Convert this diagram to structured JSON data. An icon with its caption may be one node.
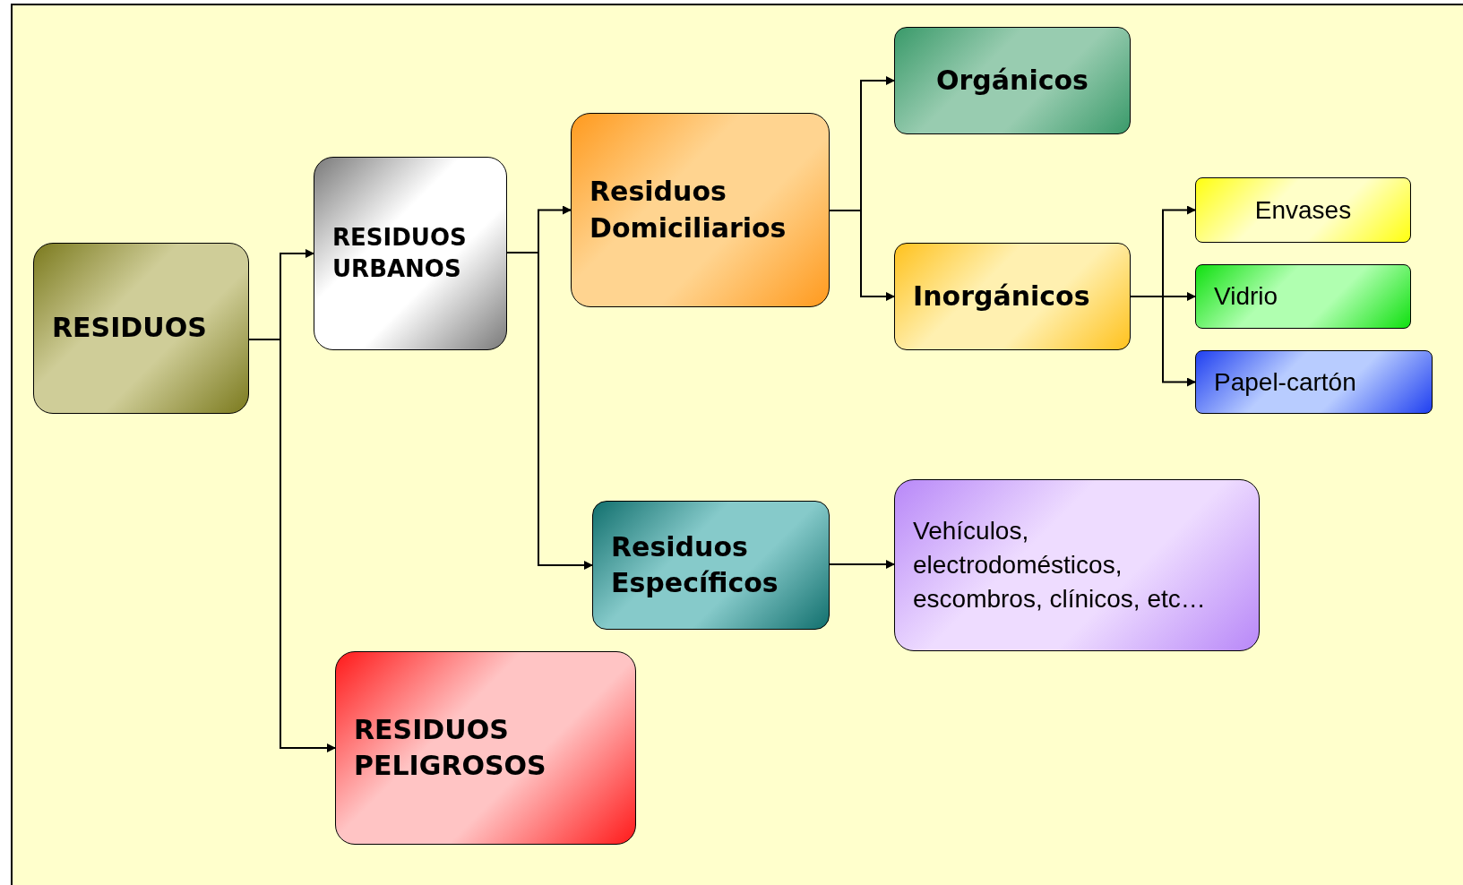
{
  "diagram": {
    "nodes": [
      {
        "text": [
          "RESIDUOS"
        ]
      },
      {
        "text": [
          "RESIDUOS URBANOS"
        ]
      },
      {
        "text": [
          "Residuos Domiciliarios"
        ]
      },
      {
        "text": [
          "Orgánicos"
        ]
      },
      {
        "text": [
          "Inorgánicos"
        ]
      },
      {
        "text": [
          "Envases"
        ]
      },
      {
        "text": [
          "Vidrio"
        ]
      },
      {
        "text": [
          "Papel-cartón"
        ]
      },
      {
        "text": [
          "Residuos Específicos"
        ]
      },
      {
        "text": [
          "Vehículos, electrodomésticos, escombros, clínicos, etc…"
        ]
      },
      {
        "text": [
          "RESIDUOS PELIGROSOS"
        ]
      }
    ],
    "edges": [
      {
        "from": 0,
        "to": 1,
        "arrow": "to"
      },
      {
        "from": 0,
        "to": 10,
        "arrow": "to"
      },
      {
        "from": 1,
        "to": 2,
        "arrow": "to"
      },
      {
        "from": 1,
        "to": 8,
        "arrow": "to"
      },
      {
        "from": 2,
        "to": 3,
        "arrow": "to"
      },
      {
        "from": 2,
        "to": 4,
        "arrow": "to"
      },
      {
        "from": 4,
        "to": 5,
        "arrow": "to"
      },
      {
        "from": 4,
        "to": 6,
        "arrow": "to"
      },
      {
        "from": 4,
        "to": 7,
        "arrow": "to"
      },
      {
        "from": 8,
        "to": 9,
        "arrow": "to"
      }
    ]
  }
}
